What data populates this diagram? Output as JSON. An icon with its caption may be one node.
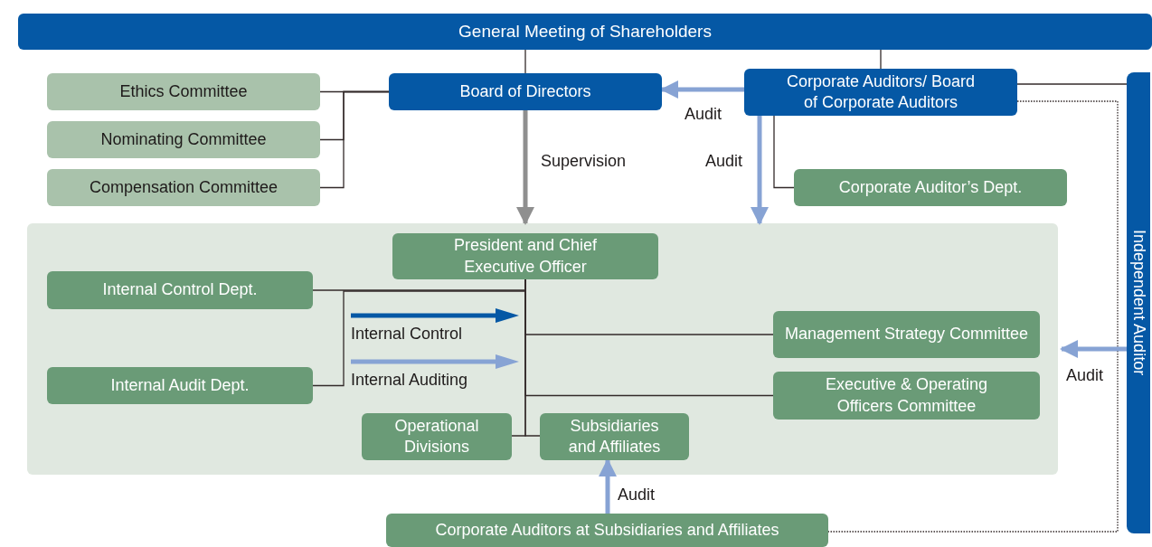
{
  "diagram": {
    "nodes": [
      {
        "text": [
          "General Meeting of Shareholders"
        ]
      },
      {
        "text": [
          "Ethics Committee"
        ]
      },
      {
        "text": [
          "Nominating Committee"
        ]
      },
      {
        "text": [
          "Compensation Committee"
        ]
      },
      {
        "text": [
          "Board of Directors"
        ]
      },
      {
        "text": [
          "Corporate Auditors/ Board of Corporate Auditors"
        ]
      },
      {
        "text": [
          "Corporate Auditor’s Dept."
        ]
      },
      {
        "text": [
          "Independent Auditor"
        ]
      },
      {
        "text": [],
        "shape": "box"
      },
      {
        "text": [
          "President and Chief Executive Officer"
        ],
        "in": 8
      },
      {
        "text": [
          "Internal Control Dept."
        ],
        "in": 8
      },
      {
        "text": [
          "Internal Audit Dept."
        ],
        "in": 8
      },
      {
        "text": [
          "Management Strategy Committee"
        ],
        "in": 8
      },
      {
        "text": [
          "Executive & Operating Officers Committee"
        ],
        "in": 8
      },
      {
        "text": [
          "Operational Divisions"
        ],
        "in": 8
      },
      {
        "text": [
          "Subsidiaries and Affiliates"
        ],
        "in": 8
      },
      {
        "text": [
          "Corporate Auditors at Subsidiaries and Affiliates"
        ]
      }
    ],
    "edges": [
      {
        "from": 0,
        "to": 4,
        "arrow": "none"
      },
      {
        "from": 0,
        "to": 5,
        "arrow": "none"
      },
      {
        "from": 4,
        "to": 1,
        "arrow": "none"
      },
      {
        "from": 4,
        "to": 2,
        "arrow": "none"
      },
      {
        "from": 4,
        "to": 3,
        "arrow": "none"
      },
      {
        "from": 5,
        "to": 4,
        "arrow": "to",
        "label": "Audit",
        "style": "thick",
        "color": "#87a3d4"
      },
      {
        "from": 4,
        "to": 8,
        "arrow": "to",
        "label": "Supervision",
        "style": "thick",
        "color": "#8f8f8f"
      },
      {
        "from": 5,
        "to": 8,
        "arrow": "to",
        "label": "Audit",
        "style": "thick",
        "color": "#87a3d4"
      },
      {
        "from": 5,
        "to": 6,
        "arrow": "none"
      },
      {
        "from": 5,
        "to": 7,
        "arrow": "none"
      },
      {
        "from": 5,
        "to": 16,
        "arrow": "none",
        "style": "dashed"
      },
      {
        "from": 7,
        "to": 8,
        "arrow": "to",
        "label": "Audit",
        "style": "thick",
        "color": "#87a3d4"
      },
      {
        "from": 16,
        "to": 15,
        "arrow": "to",
        "label": "Audit",
        "style": "thick",
        "color": "#87a3d4"
      },
      {
        "from": 9,
        "to": 10,
        "arrow": "none"
      },
      {
        "from": 9,
        "to": 11,
        "arrow": "none"
      },
      {
        "from": 9,
        "to": 12,
        "arrow": "none"
      },
      {
        "from": 9,
        "to": 13,
        "arrow": "none"
      },
      {
        "from": 9,
        "to": 14,
        "arrow": "none"
      },
      {
        "from": 9,
        "to": 15,
        "arrow": "none"
      }
    ],
    "legend": [
      {
        "text": "Internal Control"
      },
      {
        "text": "Internal Auditing"
      }
    ]
  }
}
